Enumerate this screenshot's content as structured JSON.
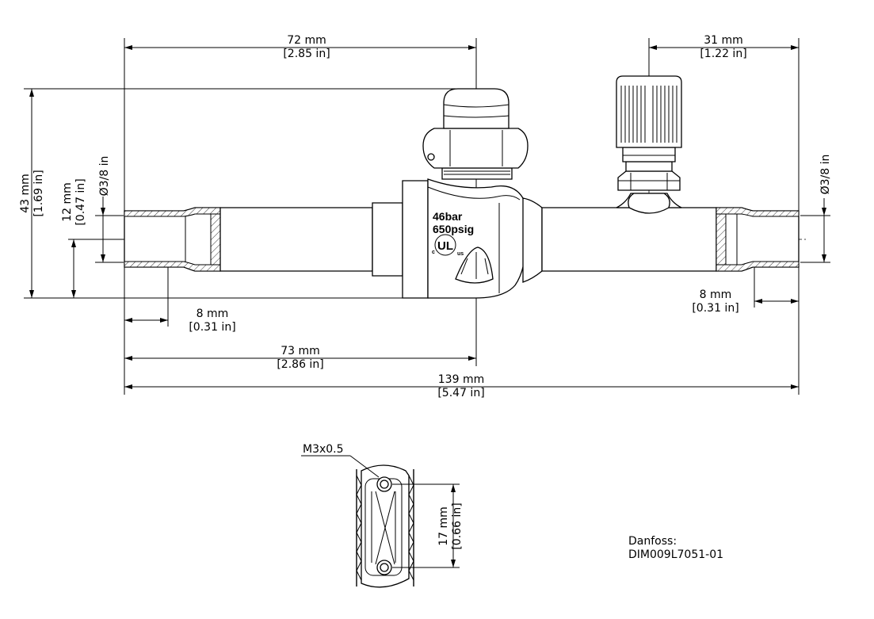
{
  "dimensions": {
    "top_left": {
      "mm": "72 mm",
      "in": "[2.85 in]"
    },
    "top_right": {
      "mm": "31 mm",
      "in": "[1.22 in]"
    },
    "height_total": {
      "mm": "43 mm",
      "in": "[1.69 in]"
    },
    "height_pipe": {
      "mm": "12 mm",
      "in": "[0.47 in]"
    },
    "dia_left": "Ø3/8 in",
    "dia_right": "Ø3/8 in",
    "insert_left": {
      "mm": "8 mm",
      "in": "[0.31 in]"
    },
    "insert_right": {
      "mm": "8 mm",
      "in": "[0.31 in]"
    },
    "center": {
      "mm": "73 mm",
      "in": "[2.86 in]"
    },
    "overall": {
      "mm": "139 mm",
      "in": "[5.47 in]"
    },
    "thread": "M3x0.5",
    "hole_spacing": {
      "mm": "17 mm",
      "in": "[0.66 in]"
    }
  },
  "body_marking": {
    "pressure_bar": "46bar",
    "pressure_psig": "650psig",
    "cert_mark": "UL",
    "cert_suffix": "us"
  },
  "footer": {
    "brand": "Danfoss:",
    "drawing_id": "DIM009L7051-01"
  }
}
